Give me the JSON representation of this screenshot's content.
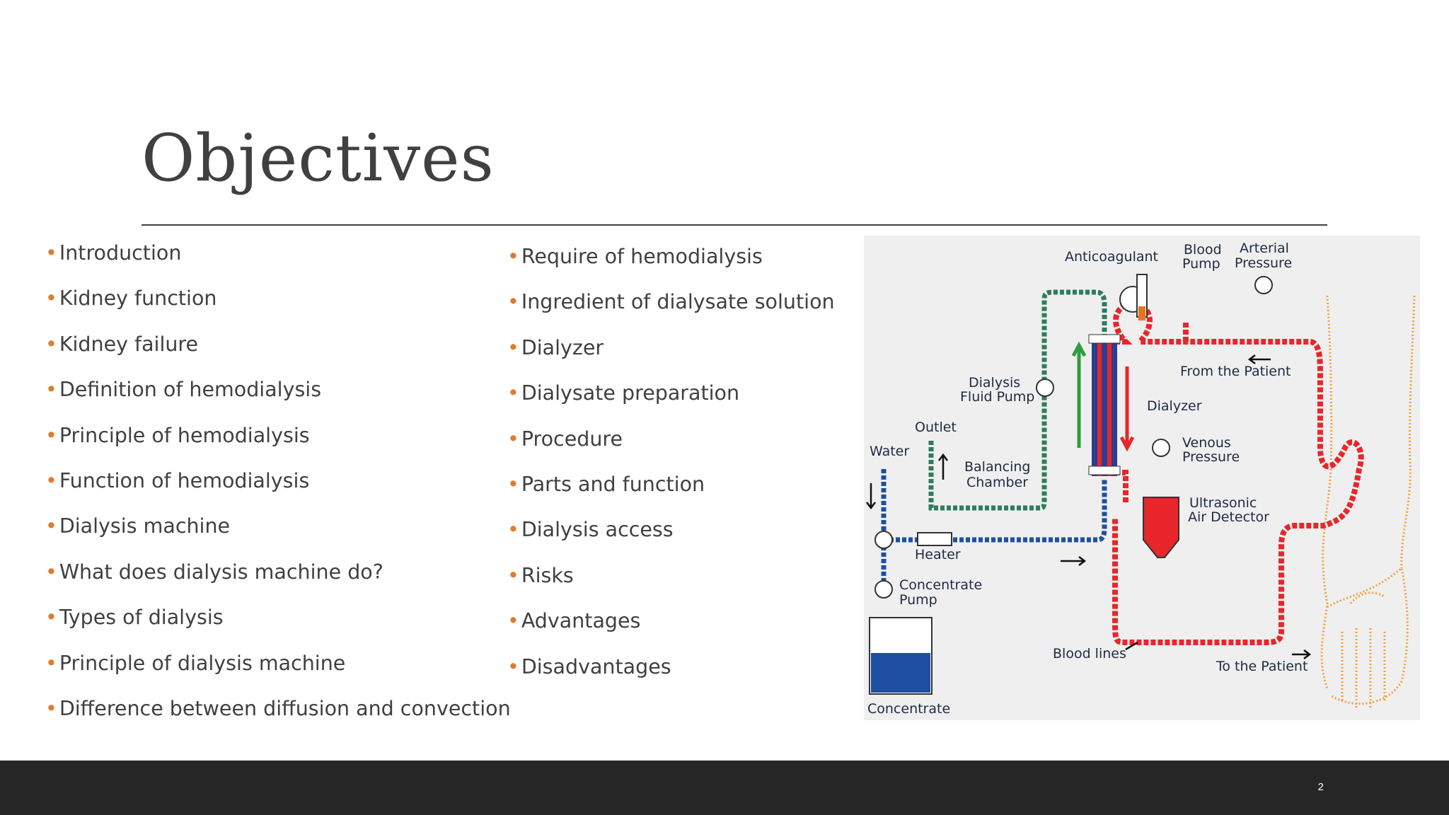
{
  "slide": {
    "title": "Objectives",
    "page_number": "2"
  },
  "objectives": {
    "left_column": [
      "Introduction",
      "Kidney function",
      "Kidney failure",
      "Definition of hemodialysis",
      "Principle of hemodialysis",
      "Function of hemodialysis",
      "Dialysis machine",
      "What does dialysis machine do?",
      "Types of dialysis",
      "Principle of dialysis machine",
      "Difference between diffusion and convection"
    ],
    "right_column": [
      "Require of hemodialysis",
      "Ingredient of dialysate solution",
      "Dialyzer",
      "Dialysate preparation",
      "Procedure",
      "Parts and function",
      "Dialysis access",
      "Risks",
      "Advantages",
      "Disadvantages"
    ]
  },
  "diagram": {
    "labels": {
      "anticoagulant": "Anticoagulant",
      "blood_pump_1": "Blood",
      "blood_pump_2": "Pump",
      "arterial_1": "Arterial",
      "arterial_2": "Pressure",
      "from_patient": "From the Patient",
      "dialysis_fluid_1": "Dialysis",
      "dialysis_fluid_2": "Fluid Pump",
      "dialyzer": "Dialyzer",
      "outlet": "Outlet",
      "water": "Water",
      "balancing_1": "Balancing",
      "balancing_2": "Chamber",
      "venous_1": "Venous",
      "venous_2": "Pressure",
      "ultrasonic_1": "Ultrasonic",
      "ultrasonic_2": "Air Detector",
      "heater": "Heater",
      "concentrate_pump_1": "Concentrate",
      "concentrate_pump_2": "Pump",
      "blood_lines": "Blood lines",
      "to_patient": "To the Patient",
      "concentrate": "Concentrate"
    },
    "colors": {
      "blood_line": "#e8262b",
      "dialysate_in": "#1f4fa0",
      "dialysate_out": "#2e7d5b",
      "arm": "#f0a03c"
    }
  },
  "theme": {
    "bullet_color": "#e07b2c",
    "footer_color": "#262626"
  }
}
